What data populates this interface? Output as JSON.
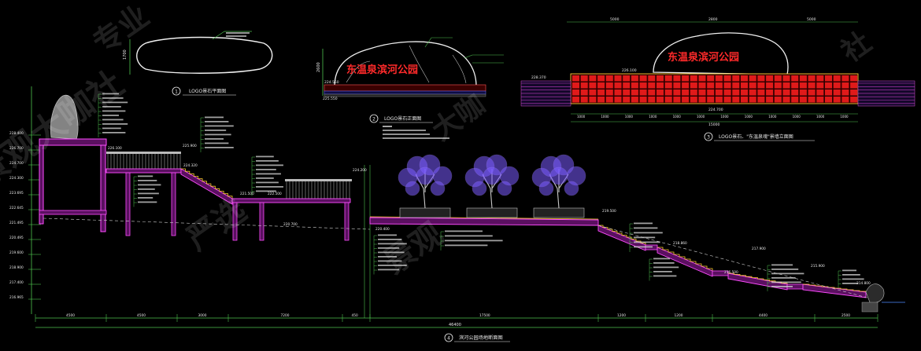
{
  "drawing": {
    "titles": {
      "plan": "LOGO景石平面图",
      "elevation": "LOGO景石正面图",
      "wall_elevation": "LOGO景石、\"东温泉魂\"景墙立面图",
      "section": "滨河公园场地断面图"
    },
    "title_numbers": [
      "1",
      "2",
      "3",
      "4"
    ],
    "logo_text": "东温泉滨河公园",
    "dimensions": {
      "plan_height": "1700",
      "elev_height": "2600",
      "wall_top": [
        "5000",
        "2800",
        "5000"
      ],
      "wall_bottom": [
        "1000",
        "1000",
        "1000",
        "1000",
        "1000",
        "1000",
        "1000",
        "1000",
        "1000",
        "1000",
        "1000",
        "1000"
      ],
      "wall_total": "15000",
      "elev_levels": [
        "225.550",
        "224.550"
      ],
      "wall_levels": [
        "228.370",
        "226.100",
        "224.700"
      ],
      "section_bottom": [
        "4500",
        "4500",
        "3000",
        "7200",
        "450",
        "17500",
        "1200",
        "1200",
        "4400",
        "2500"
      ],
      "section_total": "46400",
      "left_levels": [
        "228.400",
        "226.700",
        "224.700",
        "224.300",
        "223.695",
        "222.645",
        "221.495",
        "220.495",
        "219.600",
        "218.900",
        "217.400",
        "216.965"
      ],
      "deck_levels": [
        "226.100",
        "225.900",
        "224.320",
        "221.500",
        "222.500",
        "220.700",
        "224.200"
      ],
      "right_levels": [
        "220.400",
        "219.500",
        "218.860",
        "217.900",
        "216.500",
        "215.900",
        "214.800"
      ]
    },
    "watermarks": [
      "景观大咖社",
      "专业",
      "严选",
      "景观",
      "大咖",
      "社"
    ]
  }
}
